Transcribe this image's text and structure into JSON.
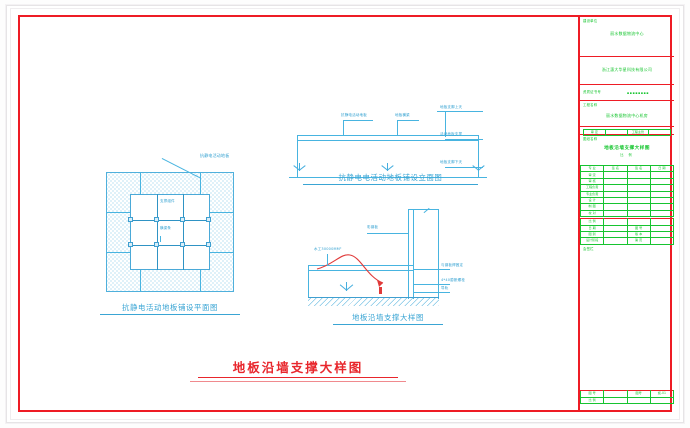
{
  "document": {
    "main_title": "地板沿墙支撑大样图",
    "frame_color": "#ee1c25",
    "drawing_color": "#3aa5d4",
    "titleblock_color": "#15c52e"
  },
  "views": {
    "plan": {
      "caption": "抗静电活动地板铺设平面图",
      "callout": "抗静电活动地板",
      "inner_labels": [
        "支撑组件",
        "横梁条"
      ]
    },
    "elevation": {
      "caption": "抗静电电活动地板铺设立面图",
      "top_labels": [
        "抗静电活动地板",
        "地板横梁"
      ],
      "right_labels": [
        "地板支脚上天",
        "活动地板支撑",
        "地板支脚下天"
      ]
    },
    "detail": {
      "caption": "地板沿墙支撑大样图",
      "labels": {
        "upper_left": "水工30000MM²",
        "mid_left": "彩钢板",
        "right_1": "与钢板焊固定",
        "right_2": "4*40膨胀螺栓",
        "right_3": "导轨"
      }
    }
  },
  "titleblock": {
    "rows": [
      {
        "label": "建设单位",
        "value": "丽水数据物流中心"
      },
      {
        "label": "",
        "value": "浙江惠大华星科技有限公司"
      },
      {
        "label": "资质证书号",
        "value": "▪▪▪▪▪▪▪▪"
      },
      {
        "label": "工程名称",
        "value": "丽水数据物流中心机房"
      }
    ],
    "approval_row": {
      "left": "审 定",
      "right": "工程主管"
    },
    "drawing_name_label": "图纸名称",
    "drawing_name": "地板沿墙支撑大样图",
    "drawing_sub": "比 例",
    "grid_header": [
      "专 业",
      "签 名",
      "签 名",
      "日 期"
    ],
    "grid_rows": [
      [
        "审 定",
        "",
        "",
        ""
      ],
      [
        "审 核",
        "",
        "",
        ""
      ],
      [
        "工程负责",
        "",
        "",
        ""
      ],
      [
        "专业负责",
        "",
        "",
        ""
      ],
      [
        "设 计",
        "",
        "",
        ""
      ],
      [
        "制 图",
        "",
        "",
        ""
      ],
      [
        "校 对",
        "",
        "",
        ""
      ]
    ],
    "footer_rows": [
      [
        "比 例",
        "",
        "",
        ""
      ],
      [
        "日 期",
        "",
        "图 号",
        ""
      ],
      [
        "图 别",
        "",
        "版 本",
        ""
      ],
      [
        "设计阶段",
        "",
        "第 页",
        ""
      ]
    ],
    "note_label": "会签栏",
    "bottom_left": [
      "图 号",
      "比 例"
    ],
    "bottom_right_label": "图号",
    "bottom_right_value": "施-01"
  }
}
